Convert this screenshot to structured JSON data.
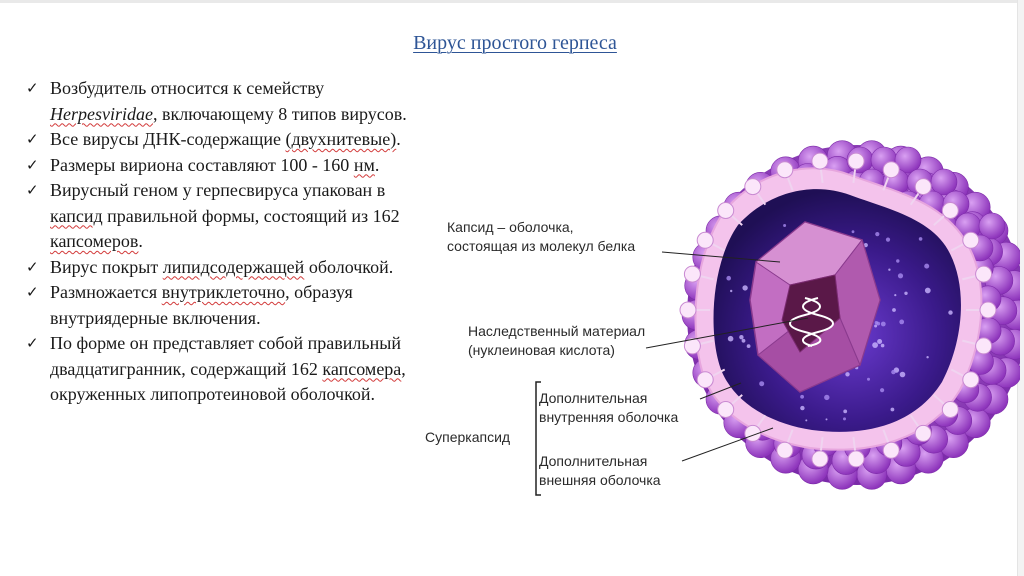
{
  "slide": {
    "title": "Вирус простого герпеса",
    "bullets": [
      {
        "parts": [
          {
            "text": " Возбудитель относится к семейству ",
            "style": "plain"
          },
          {
            "text": "Herpesviridae",
            "style": "italic-underline"
          },
          {
            "text": ", включающему 8 типов вирусов.",
            "style": "plain"
          }
        ]
      },
      {
        "parts": [
          {
            "text": "Все вирусы ДНК-содержащие ",
            "style": "plain"
          },
          {
            "text": "(двухнитевые)",
            "style": "squiggle"
          },
          {
            "text": ".",
            "style": "plain"
          }
        ]
      },
      {
        "parts": [
          {
            "text": "Размеры вириона составляют 100 - 160 ",
            "style": "plain"
          },
          {
            "text": "нм",
            "style": "squiggle"
          },
          {
            "text": ".",
            "style": "plain"
          }
        ]
      },
      {
        "parts": [
          {
            "text": "Вирусный геном у герпесвируса упакован в ",
            "style": "plain"
          },
          {
            "text": "капсид",
            "style": "squiggle"
          },
          {
            "text": " правильной формы, состоящий из 162 ",
            "style": "plain"
          },
          {
            "text": "капсомеров",
            "style": "squiggle"
          },
          {
            "text": ".",
            "style": "plain"
          }
        ]
      },
      {
        "parts": [
          {
            "text": "Вирус покрыт ",
            "style": "plain"
          },
          {
            "text": "липидсодержащей",
            "style": "squiggle"
          },
          {
            "text": " оболочкой.",
            "style": "plain"
          }
        ]
      },
      {
        "parts": [
          {
            "text": " Размножается ",
            "style": "plain"
          },
          {
            "text": "внутриклеточно",
            "style": "squiggle"
          },
          {
            "text": ", образуя внутриядерные включения.",
            "style": "plain"
          }
        ]
      },
      {
        "parts": [
          {
            "text": "По форме он представляет собой правильный двадцатигранник, содержащий 162 ",
            "style": "plain"
          },
          {
            "text": "капсомера",
            "style": "squiggle"
          },
          {
            "text": ", окруженных липопротеиновой оболочкой.",
            "style": "plain"
          }
        ]
      }
    ]
  },
  "diagram": {
    "labels": {
      "capsid": "Капсид – оболочка,\nсостоящая из молекул белка",
      "genetic_material": "Наследственный материал\n(нуклеиновая кислота)",
      "inner_envelope": "Дополнительная\nвнутренняя оболочка",
      "outer_envelope": "Дополнительная\nвнешняя оболочка",
      "supercapsid": "Суперкапсид"
    },
    "colors": {
      "outer_sphere": "#9b3fc4",
      "envelope": "#f5c6ee",
      "interior": "#3a1a8a",
      "capsid": "#c36bc0",
      "title": "#2e5596"
    }
  }
}
